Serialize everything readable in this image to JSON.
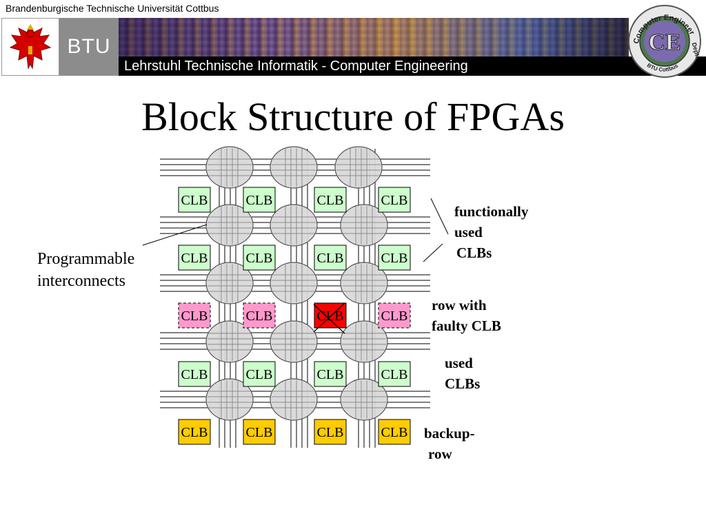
{
  "header": {
    "university": "Brandenburgische Technische Universität Cottbus",
    "btu_logo_text": "BTU",
    "chair": "Lehrstuhl Technische Informatik - Computer Engineering",
    "ce_logo": {
      "ring_top": "Computer Engineering",
      "ring_right": "Dept.",
      "ring_bottom": "BTU Cottbus",
      "center": "CE"
    },
    "crest_icon": "eagle-crest-icon"
  },
  "slide": {
    "title": "Block Structure of FPGAs"
  },
  "diagram": {
    "clb_label": "CLB",
    "rows": [
      {
        "role": "functionally used",
        "cells": [
          "used",
          "used",
          "used",
          "used"
        ]
      },
      {
        "role": "functionally used",
        "cells": [
          "used",
          "used",
          "used",
          "used"
        ]
      },
      {
        "role": "row with faulty CLB",
        "cells": [
          "disabled",
          "disabled",
          "faulty",
          "disabled"
        ]
      },
      {
        "role": "used",
        "cells": [
          "used",
          "used",
          "used",
          "used"
        ]
      },
      {
        "role": "backup",
        "cells": [
          "backup",
          "backup",
          "backup",
          "backup"
        ]
      }
    ],
    "colors": {
      "used": "#ccffcc",
      "disabled": "#ff99cc",
      "faulty": "#ff0000",
      "backup": "#ffcc00",
      "interconnect": "#d9d9d9"
    },
    "annotations": {
      "programmable": [
        "Programmable",
        "interconnects"
      ],
      "functionally_used": [
        "functionally",
        "used",
        "CLBs"
      ],
      "faulty_row": [
        "row with",
        "faulty CLB"
      ],
      "used": [
        "used",
        "CLBs"
      ],
      "backup": [
        "backup-",
        "row"
      ]
    }
  }
}
